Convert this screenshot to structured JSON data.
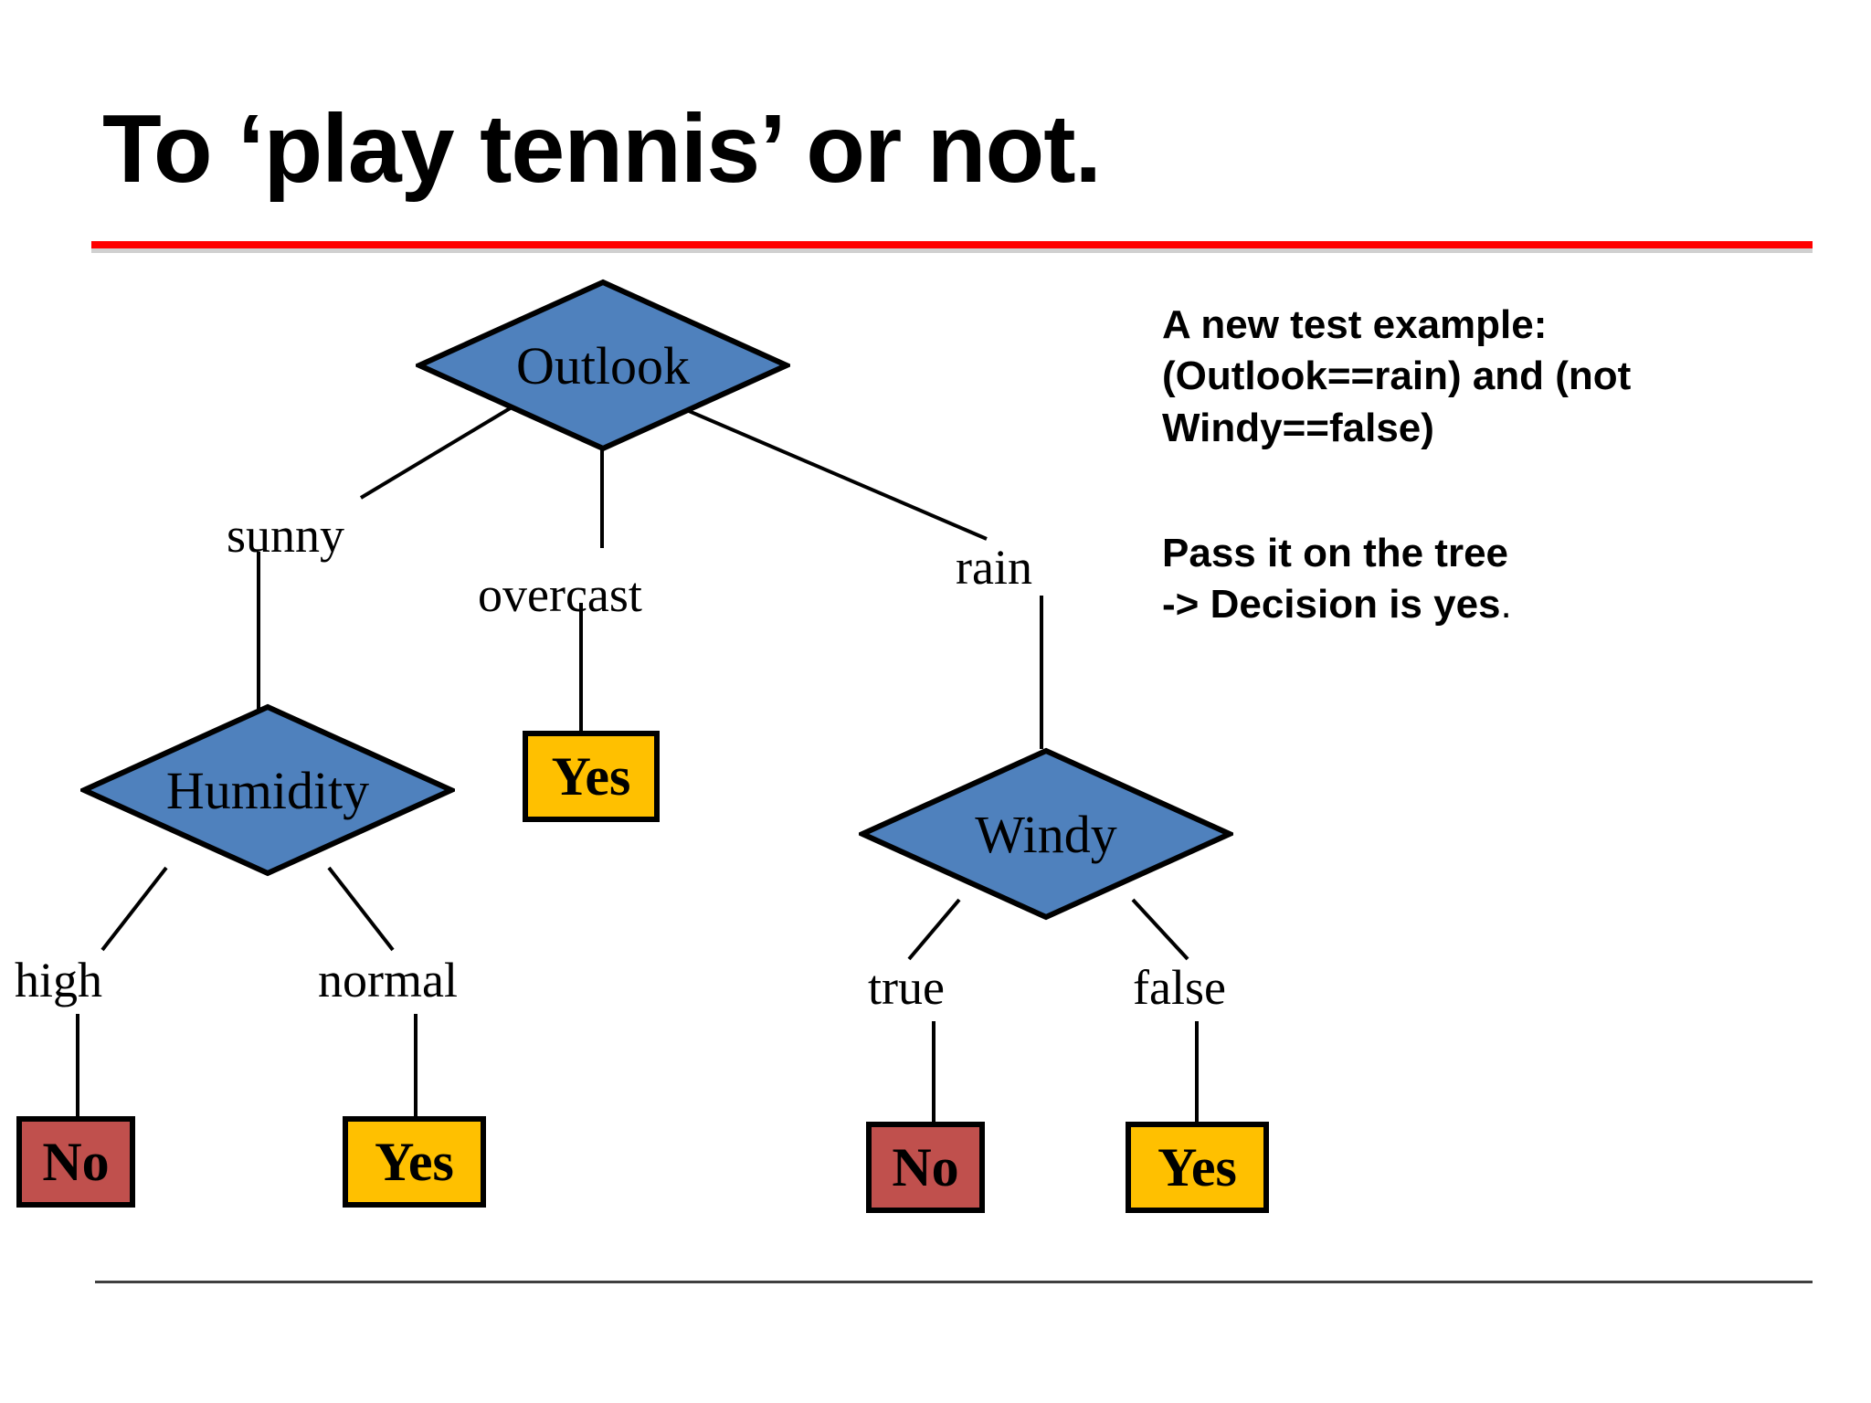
{
  "slide": {
    "title": "To ‘play tennis’ or not.",
    "accent_color": "#FF0000",
    "background": "#ffffff"
  },
  "palette": {
    "decision_node_fill": "#4F81BD",
    "decision_node_stroke": "#000000",
    "leaf_yes_fill": "#FFC000",
    "leaf_no_fill": "#C0504D",
    "leaf_stroke": "#000000",
    "edge_color": "#000000",
    "title_rule": "#FF0000",
    "footer_rule": "#3f3f3f"
  },
  "notes": {
    "paragraph_1_line_1": "A new test example:",
    "paragraph_1_line_2": "(Outlook==rain) and (not",
    "paragraph_1_line_3": "Windy==false)",
    "paragraph_2_line_1": "Pass it on the tree",
    "paragraph_2_line_2": "-> Decision is yes",
    "paragraph_2_line_2_period": "."
  },
  "tree": {
    "nodes": {
      "outlook": {
        "label": "Outlook",
        "type": "decision"
      },
      "humidity": {
        "label": "Humidity",
        "type": "decision"
      },
      "windy": {
        "label": "Windy",
        "type": "decision"
      },
      "overcast_yes": {
        "label": "Yes",
        "type": "leaf",
        "decision": "yes"
      },
      "humidity_high_no": {
        "label": "No",
        "type": "leaf",
        "decision": "no"
      },
      "humidity_normal_yes": {
        "label": "Yes",
        "type": "leaf",
        "decision": "yes"
      },
      "windy_true_no": {
        "label": "No",
        "type": "leaf",
        "decision": "no"
      },
      "windy_false_yes": {
        "label": "Yes",
        "type": "leaf",
        "decision": "yes"
      }
    },
    "edge_labels": {
      "sunny": "sunny",
      "overcast": "overcast",
      "rain": "rain",
      "high": "high",
      "normal": "normal",
      "true": "true",
      "false": "false"
    }
  }
}
